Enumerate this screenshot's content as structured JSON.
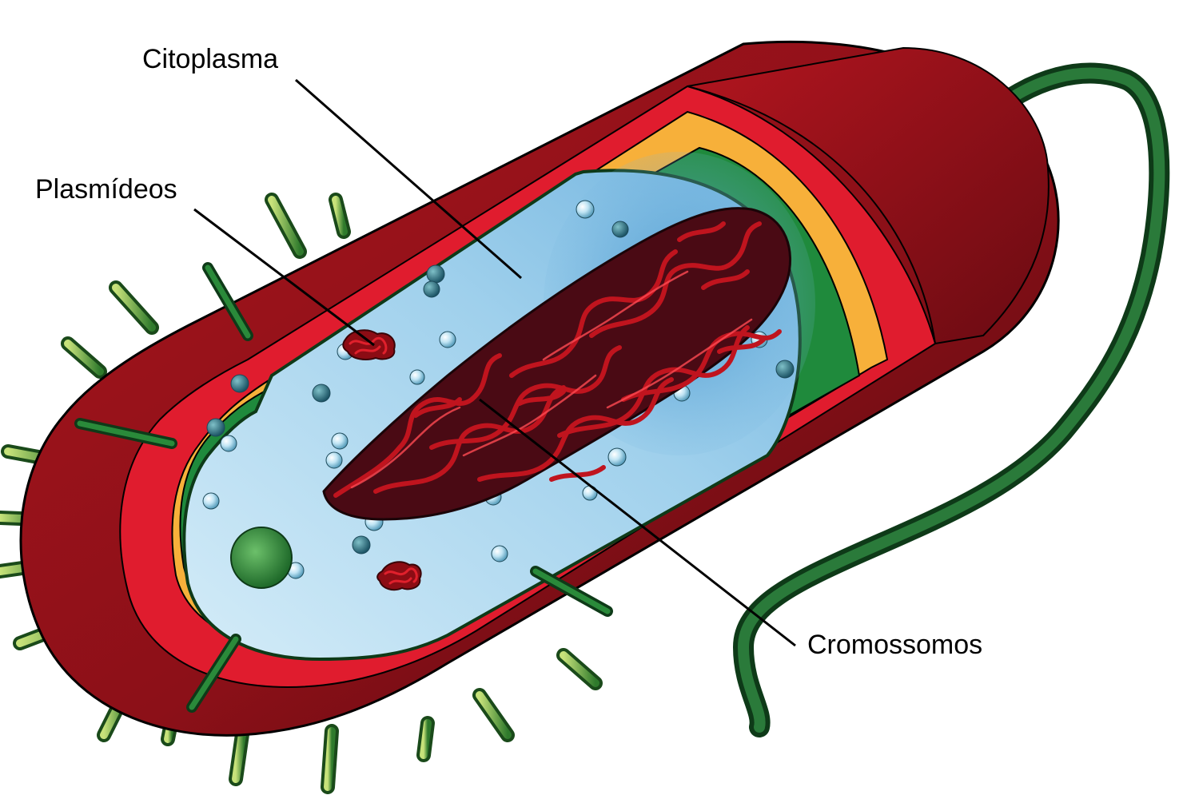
{
  "labels": {
    "cytoplasm": "Citoplasma",
    "plasmids": "Plasmídeos",
    "chromosomes": "Cromossomos"
  },
  "colors": {
    "outer_membrane": "#8c1018",
    "outer_membrane_dark": "#5a0a10",
    "cell_wall": "#e01c2e",
    "periplasm": "#f7b03a",
    "inner_membrane": "#1f8a3c",
    "cytoplasm": "#a9d6ee",
    "cytoplasm_deep": "#5aa6d6",
    "dna": "#c0141e",
    "dna_shadow": "#5a0a14",
    "flagellum": "#1d5a2a",
    "pili": "#3f8a2a",
    "pili_light": "#b9d86a",
    "ribosome": "#bfe4f4",
    "ribosome_dark": "#2c6f86",
    "leader_line": "#000000"
  }
}
